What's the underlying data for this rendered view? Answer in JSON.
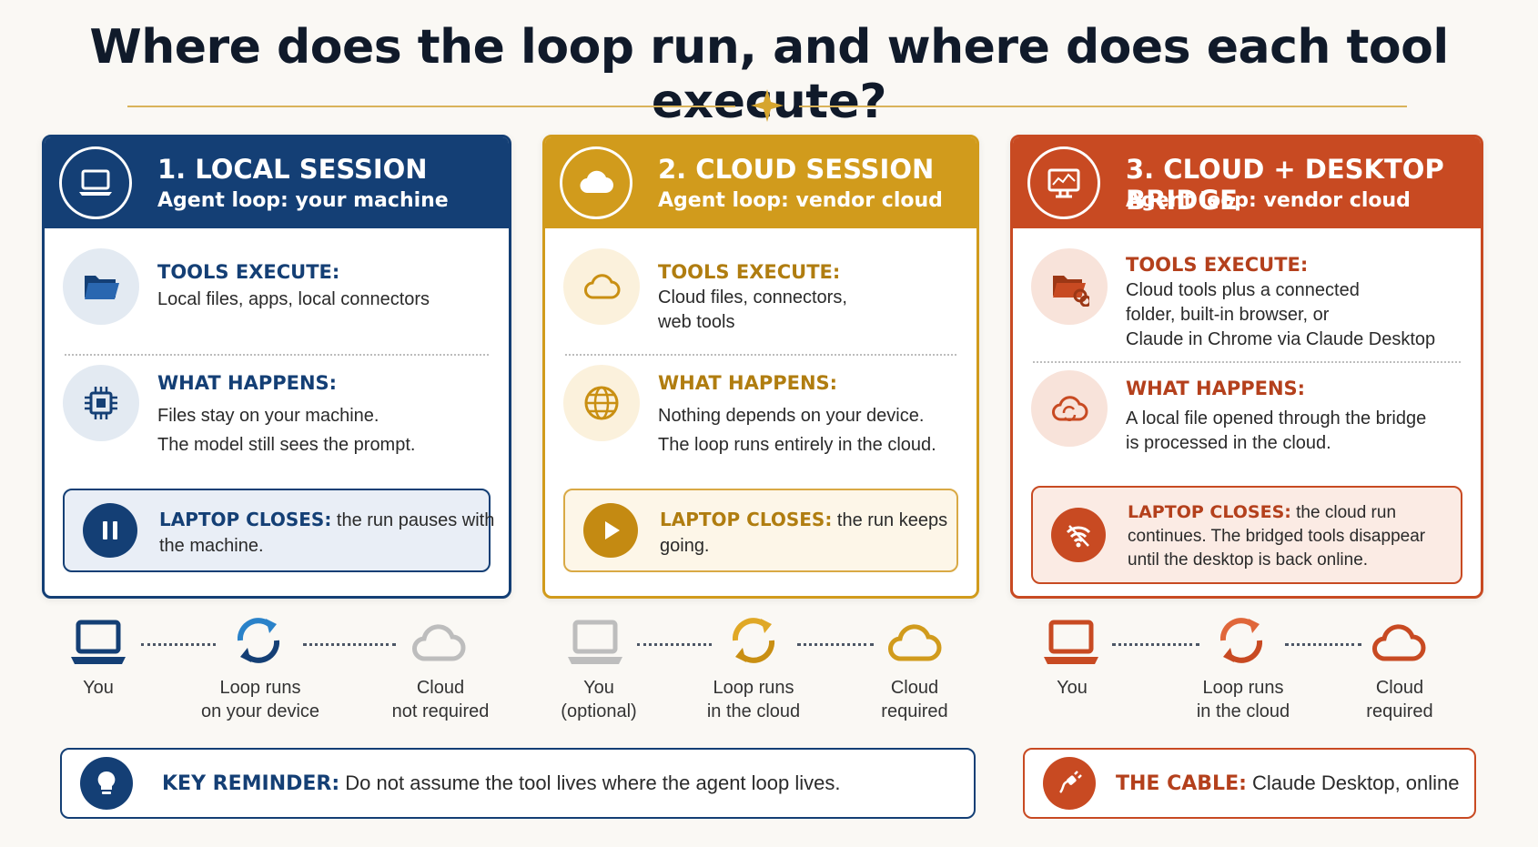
{
  "title": "Where does the loop run, and where does each tool execute?",
  "colors": {
    "local": "#143f75",
    "cloud": "#d19b1c",
    "bridge": "#c84a22"
  },
  "cards": [
    {
      "title": "1. LOCAL SESSION",
      "subtitle": "Agent loop: your machine",
      "tools_title": "TOOLS EXECUTE:",
      "tools_lines": [
        "Local files, apps, local connectors"
      ],
      "happens_title": "WHAT HAPPENS:",
      "happens_lines": [
        "Files stay on your machine.",
        "The model still sees the prompt."
      ],
      "closes_label": "LAPTOP CLOSES:",
      "closes_text": "the run pauses with the machine."
    },
    {
      "title": "2. CLOUD SESSION",
      "subtitle": "Agent loop: vendor cloud",
      "tools_title": "TOOLS EXECUTE:",
      "tools_lines": [
        "Cloud files, connectors,",
        "web tools"
      ],
      "happens_title": "WHAT HAPPENS:",
      "happens_lines": [
        "Nothing depends on your device.",
        "The loop runs entirely in the cloud."
      ],
      "closes_label": "LAPTOP CLOSES:",
      "closes_text": "the run keeps going."
    },
    {
      "title": "3. CLOUD + DESKTOP BRIDGE",
      "subtitle": "Agent loop: vendor cloud",
      "tools_title": "TOOLS EXECUTE:",
      "tools_lines": [
        "Cloud tools plus a connected",
        "folder, built-in browser, or",
        "Claude in Chrome via Claude Desktop"
      ],
      "happens_title": "WHAT HAPPENS:",
      "happens_lines": [
        "A local file opened through the bridge",
        "is processed in the cloud."
      ],
      "closes_label": "LAPTOP CLOSES:",
      "closes_text": "the cloud run continues. The bridged tools disappear until the desktop is back online."
    }
  ],
  "flows": [
    {
      "you": [
        "You"
      ],
      "loop": [
        "Loop runs",
        "on your device"
      ],
      "cloud": [
        "Cloud",
        "not required"
      ]
    },
    {
      "you": [
        "You",
        "(optional)"
      ],
      "loop": [
        "Loop runs",
        "in the cloud"
      ],
      "cloud": [
        "Cloud",
        "required"
      ]
    },
    {
      "you": [
        "You"
      ],
      "loop": [
        "Loop runs",
        "in the cloud"
      ],
      "cloud": [
        "Cloud",
        "required"
      ]
    }
  ],
  "reminder": {
    "label": "KEY REMINDER:",
    "text": "Do not assume the tool lives where the agent loop lives."
  },
  "cable": {
    "label": "THE CABLE:",
    "text": "Claude Desktop, online"
  }
}
